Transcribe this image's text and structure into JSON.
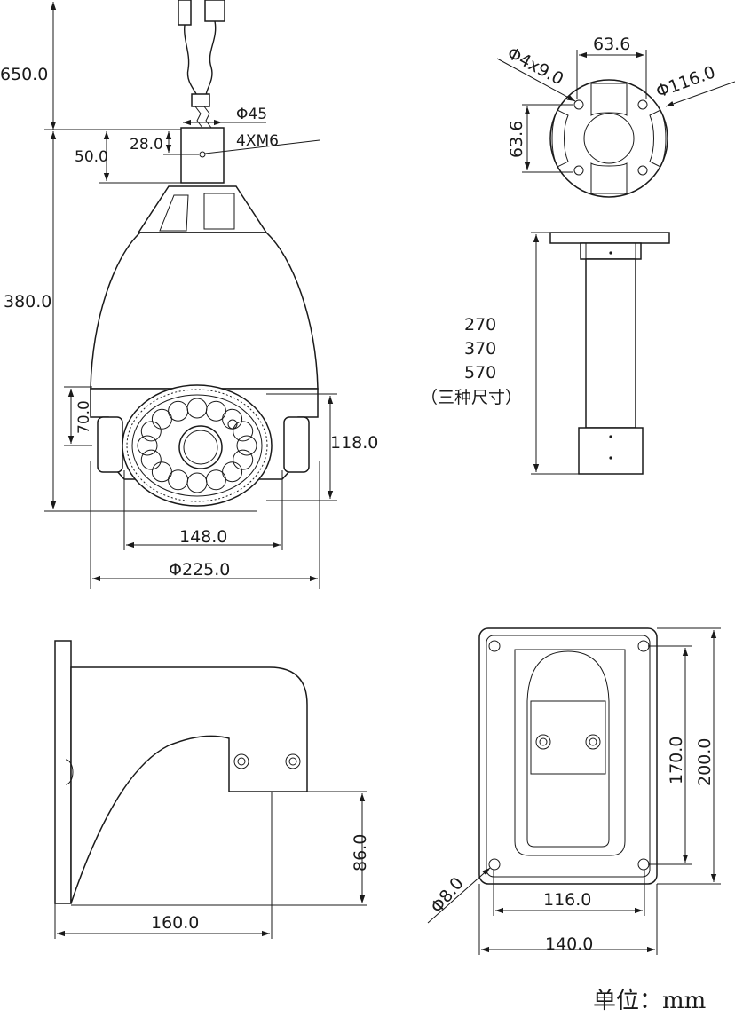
{
  "camera_front": {
    "cable_length": "650.0",
    "total_height": "380.0",
    "mount_height": "50.0",
    "hole_offset": "28.0",
    "mount_diameter": "Φ45",
    "screw_spec": "4XM6",
    "lens_window_height": "70.0",
    "ir_ring_height": "118.0",
    "ir_ring_width": "148.0",
    "body_diameter": "Φ225.0"
  },
  "flange_top": {
    "hole_spacing_x": "63.6",
    "hole_spacing_y": "63.6",
    "hole_spec": "Φ4x9.0",
    "flange_diameter": "Φ116.0"
  },
  "pendant_pole": {
    "sizes": [
      "270",
      "370",
      "570"
    ],
    "sizes_note": "（三种尺寸）"
  },
  "wall_bracket_side": {
    "height": "86.0",
    "depth": "160.0"
  },
  "wall_bracket_back": {
    "outer_height": "200.0",
    "hole_spacing_y": "170.0",
    "hole_spacing_x": "116.0",
    "outer_width": "140.0",
    "hole_diameter": "Φ8.0"
  },
  "unit_label": "单位：mm"
}
